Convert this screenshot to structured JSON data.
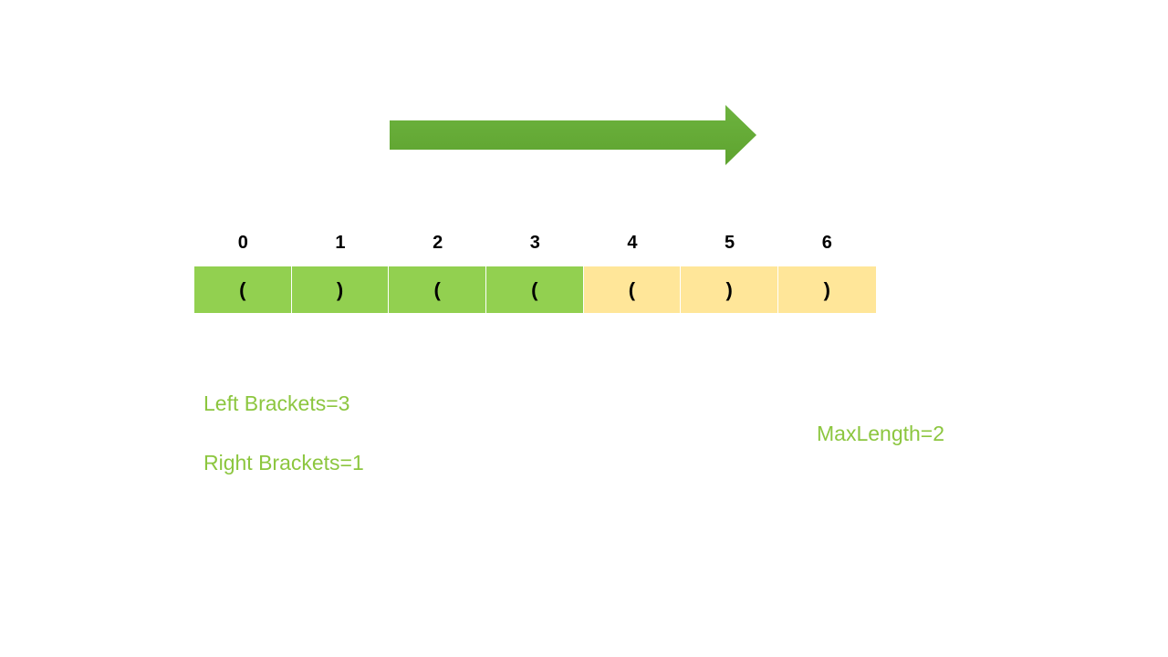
{
  "arrow": {
    "direction": "right",
    "color": "#6db33f"
  },
  "colors": {
    "visited": "#92d050",
    "pending": "#ffe699",
    "label": "#8cc63f"
  },
  "indices": [
    "0",
    "1",
    "2",
    "3",
    "4",
    "5",
    "6"
  ],
  "cells": [
    {
      "char": "(",
      "state": "visited"
    },
    {
      "char": ")",
      "state": "visited"
    },
    {
      "char": "(",
      "state": "visited"
    },
    {
      "char": "(",
      "state": "visited"
    },
    {
      "char": "(",
      "state": "pending"
    },
    {
      "char": ")",
      "state": "pending"
    },
    {
      "char": ")",
      "state": "pending"
    }
  ],
  "counters": {
    "left": "Left Brackets=3",
    "right": "Right Brackets=1",
    "max": "MaxLength=2"
  }
}
